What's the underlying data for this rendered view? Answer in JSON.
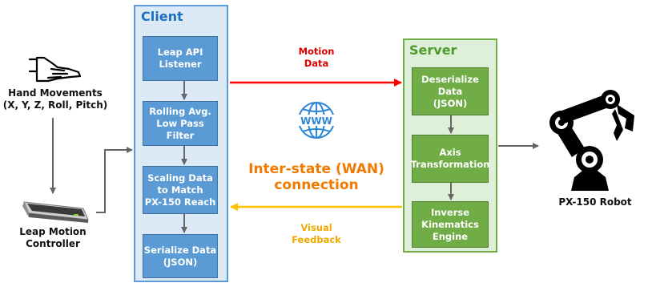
{
  "hand": {
    "label": "Hand Movements\n(X, Y, Z, Roll, Pitch)"
  },
  "controller": {
    "label": "Leap Motion\nController"
  },
  "client": {
    "title": "Client",
    "boxes": [
      "Leap API\nListener",
      "Rolling Avg.\nLow Pass Filter",
      "Scaling Data\nto Match\nPX-150 Reach",
      "Serialize Data\n(JSON)"
    ]
  },
  "server": {
    "title": "Server",
    "boxes": [
      "Deserialize\nData\n(JSON)",
      "Axis\nTransformation",
      "Inverse\nKinematics\nEngine"
    ]
  },
  "network": {
    "motion_label": "Motion\nData",
    "feedback_label": "Visual\nFeedback",
    "wan_label": "Inter-state (WAN)\nconnection",
    "www_text": "WWW"
  },
  "robot": {
    "label": "PX-150 Robot"
  },
  "colors": {
    "client_accent": "#5b9bd5",
    "server_accent": "#70ad47",
    "motion_arrow": "#ff0000",
    "feedback_arrow": "#ffc000",
    "wan_text": "#f07a00",
    "globe": "#2f86d6"
  },
  "icons": [
    "hand-icon",
    "leap-motion-device-icon",
    "globe-www-icon",
    "robot-arm-icon"
  ]
}
